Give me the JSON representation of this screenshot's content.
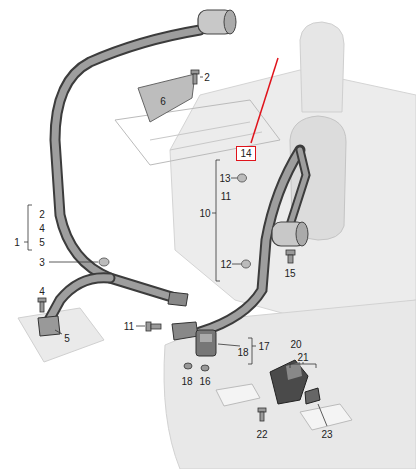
{
  "diagram": {
    "nodes": [
      {
        "text": [
          "14"
        ]
      }
    ],
    "labels": [
      "2",
      "6",
      "13",
      "11",
      "10",
      "12",
      "15",
      "2",
      "4",
      "5",
      "1",
      "3",
      "4",
      "5",
      "11",
      "18",
      "17",
      "18",
      "16",
      "21",
      "20",
      "22",
      "23"
    ]
  }
}
